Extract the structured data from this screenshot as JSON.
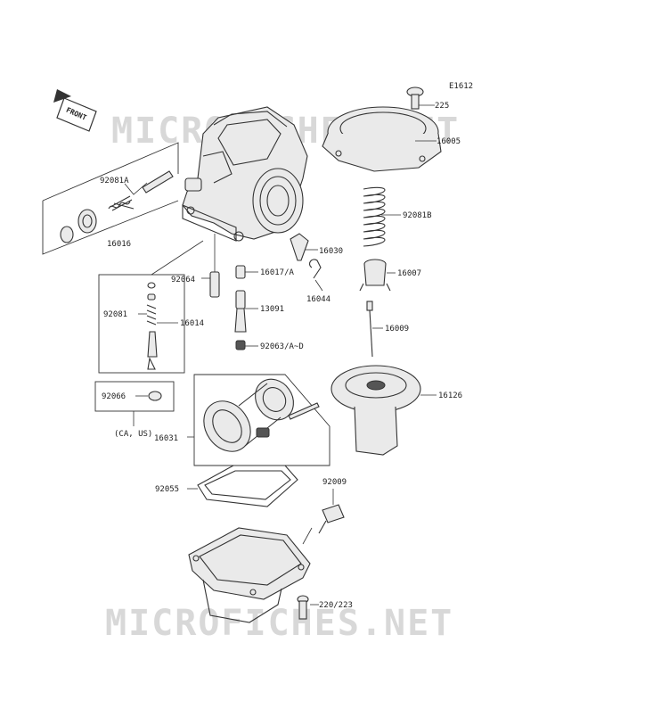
{
  "diagram": {
    "code": "E1612",
    "front_label": "FRONT",
    "watermark": "MICROFICHES.NET",
    "note": "(CA, US)",
    "parts": [
      {
        "id": "225"
      },
      {
        "id": "16005"
      },
      {
        "id": "92081A"
      },
      {
        "id": "16016"
      },
      {
        "id": "92081B"
      },
      {
        "id": "16030"
      },
      {
        "id": "92064"
      },
      {
        "id": "16017/A"
      },
      {
        "id": "16044"
      },
      {
        "id": "16007"
      },
      {
        "id": "92081"
      },
      {
        "id": "16014"
      },
      {
        "id": "13091"
      },
      {
        "id": "16009"
      },
      {
        "id": "92063/A~D"
      },
      {
        "id": "92066"
      },
      {
        "id": "16126"
      },
      {
        "id": "16031"
      },
      {
        "id": "92055"
      },
      {
        "id": "92009"
      },
      {
        "id": "220/223"
      }
    ]
  }
}
